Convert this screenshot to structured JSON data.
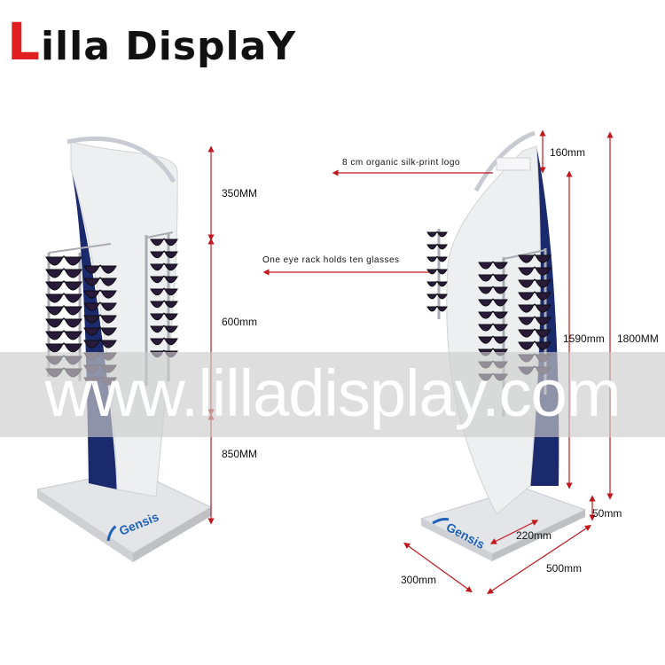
{
  "brand": {
    "initial": "L",
    "rest": "illa DisplaY"
  },
  "product_logo": "Gensis",
  "watermark": "www.lilladisplay.com",
  "colors": {
    "panel_navy": "#1a2a6c",
    "panel_white": "#e8e8ea",
    "dimension_red": "#c0181e",
    "brand_red": "#e02020"
  },
  "left_dims": {
    "top": "350MM",
    "middle": "600mm",
    "bottom": "850MM"
  },
  "right_dims": {
    "logo": "160mm",
    "panel": "1590mm",
    "total": "1800MM",
    "base_height": "50mm",
    "base_depth_inner": "220mm",
    "base_width": "500mm",
    "base_depth": "300mm"
  },
  "notes": {
    "logo_note": "8 cm organic silk-print logo",
    "rack_note": "One eye rack holds ten glasses"
  }
}
